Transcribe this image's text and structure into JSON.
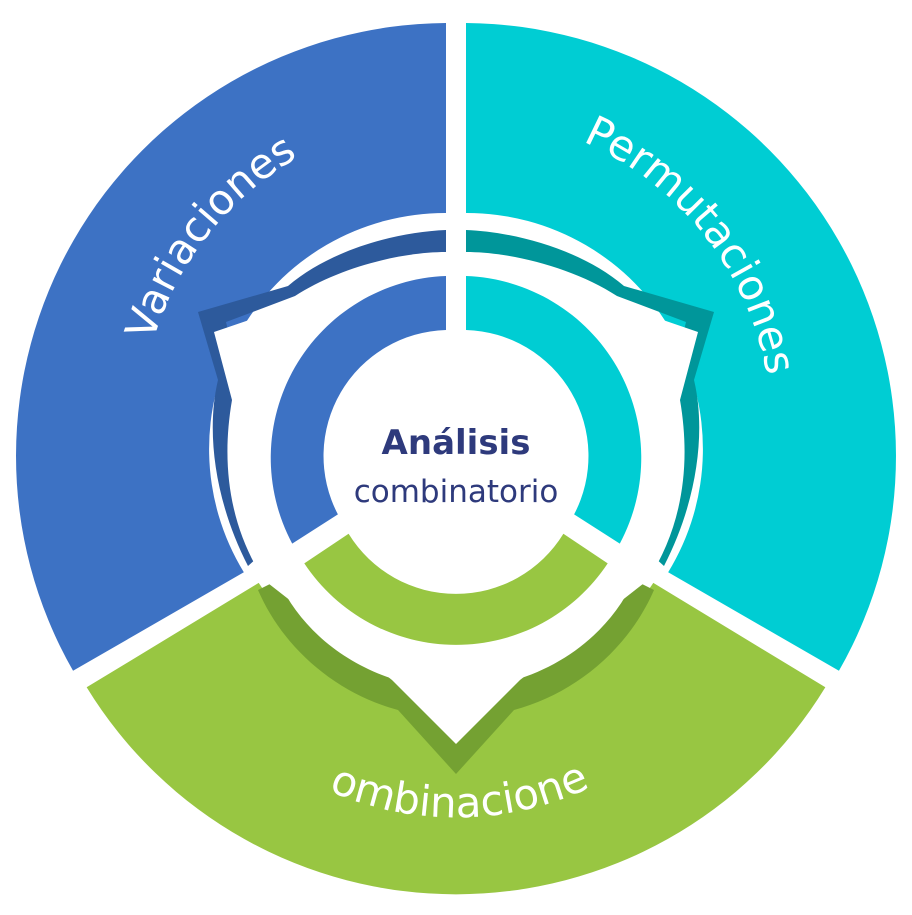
{
  "center": {
    "title": "Análisis",
    "subtitle": "combinatorio"
  },
  "segments": [
    {
      "id": "variaciones",
      "label": "Variaciones",
      "color": "#3d72c4",
      "shadow": "#2d5a9c"
    },
    {
      "id": "permutaciones",
      "label": "Permutaciones",
      "color": "#00cdd3",
      "shadow": "#00969a"
    },
    {
      "id": "combinaciones",
      "label": "Combinaciones",
      "color": "#98c642",
      "shadow": "#74a132"
    }
  ]
}
